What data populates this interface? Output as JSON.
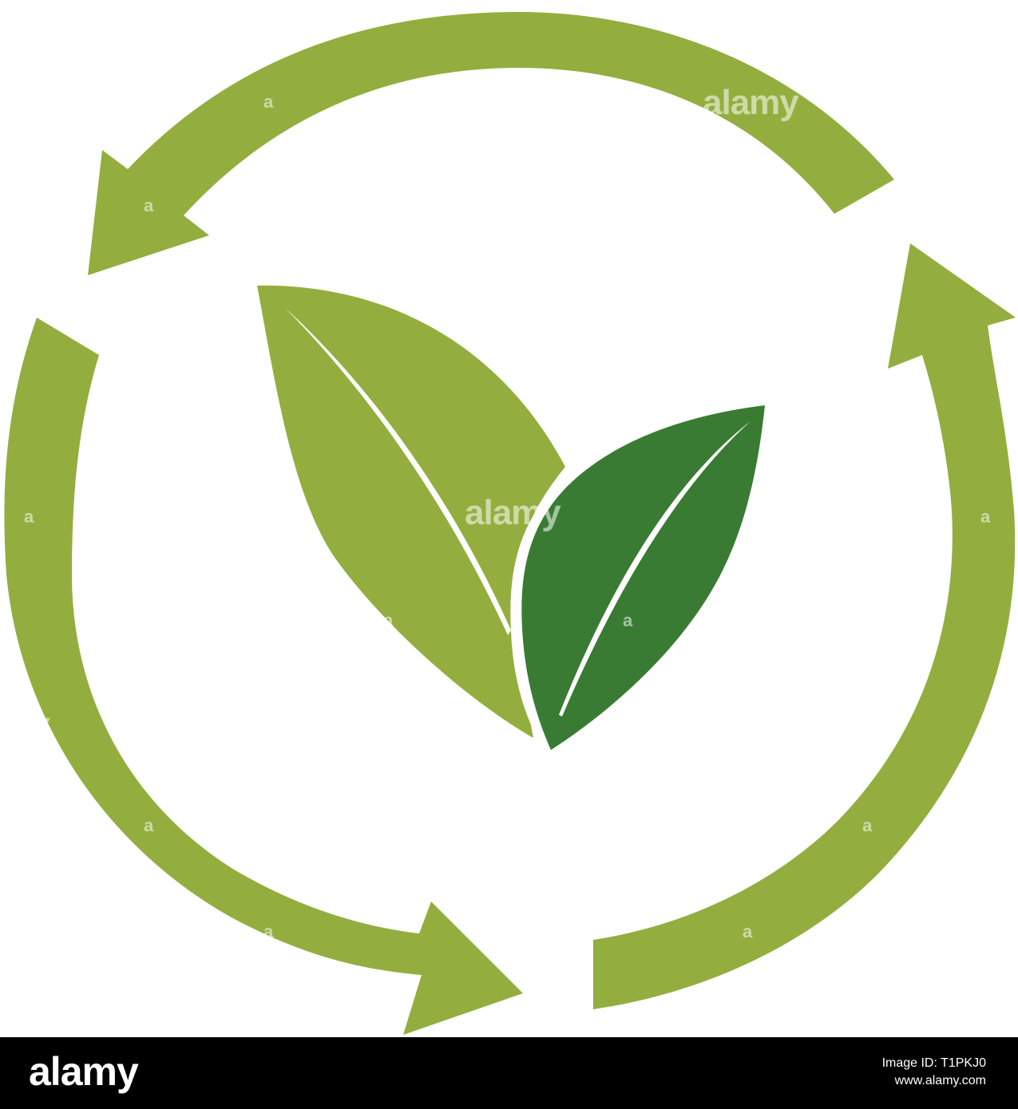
{
  "colors": {
    "background": "#ffffff",
    "arrow_green": "#93ae3e",
    "leaf_light_green": "#93ae3e",
    "leaf_dark_green": "#3a7b34",
    "footer_background": "#000000",
    "footer_text": "#ffffff"
  },
  "icons": {
    "recycle_arrows": "circular-recycle-arrows-icon",
    "leaves": "two-leaves-icon"
  },
  "watermark": {
    "text": "alamy",
    "small_text": "a"
  },
  "footer": {
    "logo_text": "alamy",
    "image_id_label": "Image ID: T1PKJ0",
    "website": "www.alamy.com"
  }
}
